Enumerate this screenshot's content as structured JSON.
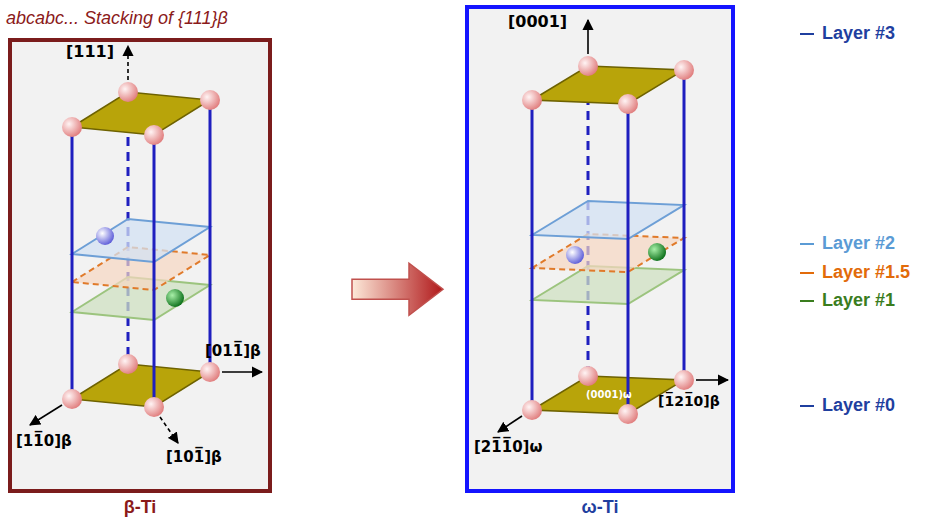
{
  "diagram": {
    "title": "abcabc... Stacking of {111}β",
    "nodes": [
      {
        "text": [
          "β-Ti"
        ]
      },
      {
        "text": [
          "ω-Ti"
        ]
      }
    ],
    "edges": [
      {
        "from": 0,
        "to": 1,
        "arrow": "to"
      }
    ],
    "labels": [
      "[111]",
      "[011̅]β",
      "[11̅0]β",
      "[101̅]β",
      "[0001]",
      "(0001)ω",
      "[1̅21̅0]β",
      "[21̅1̅0]ω",
      "Layer #3",
      "Layer #2",
      "Layer #1.5",
      "Layer #1",
      "Layer #0"
    ]
  }
}
